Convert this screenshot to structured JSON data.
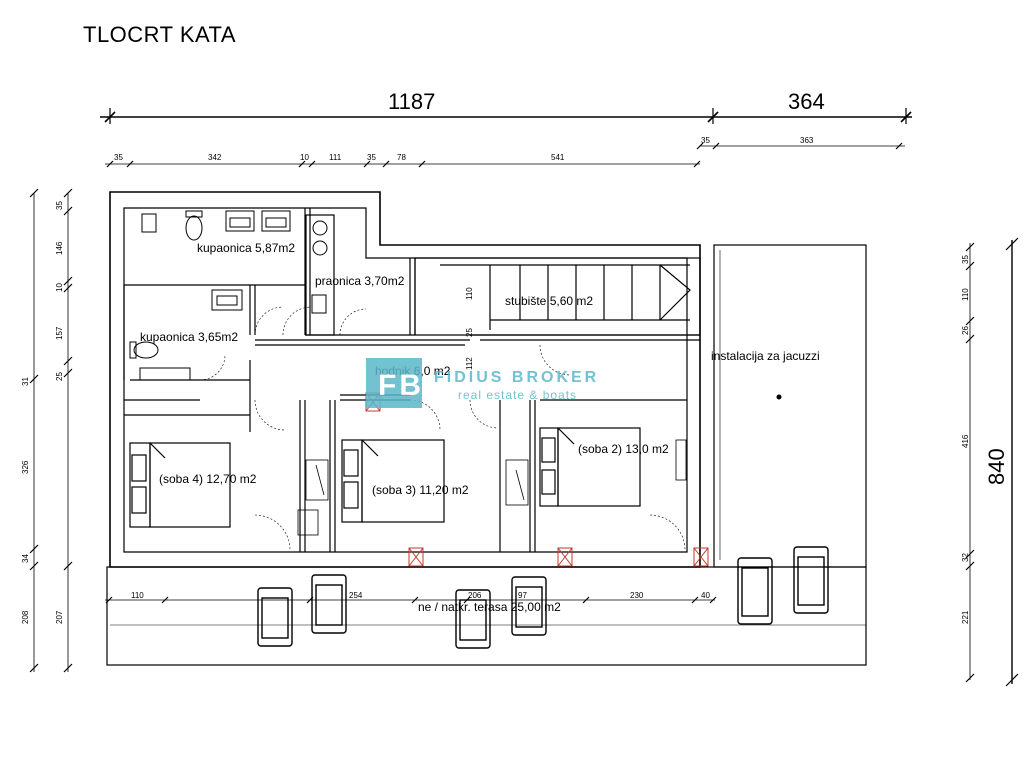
{
  "title": "TLOCRT KATA",
  "dimensions": {
    "top_main": [
      "1187",
      "364"
    ],
    "top_detail": [
      "35",
      "342",
      "10",
      "111",
      "35",
      "78",
      "541"
    ],
    "top_detail_right": [
      "35",
      "363"
    ],
    "bottom": [
      "110",
      "254",
      "206",
      "97",
      "230",
      "40"
    ],
    "left_outer": [
      "35",
      "146",
      "10",
      "157",
      "25",
      "31",
      "326",
      "34",
      "208"
    ],
    "left_inner": [
      "207"
    ],
    "inner_vertical": [
      "110",
      "25",
      "112"
    ],
    "right_main": "840",
    "right_detail": [
      "35",
      "110",
      "26",
      "416",
      "32",
      "221"
    ]
  },
  "rooms": {
    "kupaonica_1": "kupaonica 5,87m2",
    "praonica": "praonica 3,70m2",
    "stubiste": "stubište 5,60 m2",
    "kupaonica_2": "kupaonica 3,65m2",
    "hodnik": "hodnik 6,0 m2",
    "jacuzzi": "instalacija za jacuzzi",
    "soba_4": "(soba 4)  12,70 m2",
    "soba_3": "(soba 3)  11,20 m2",
    "soba_2": "(soba 2)  13,0 m2",
    "terasa": "ne / natkr. terasa  25,00 m2"
  },
  "watermark": {
    "logo_letters": "FB",
    "name": "FIDIUS BROKER",
    "tagline": "real estate & boats",
    "color": "#5bb8c9"
  }
}
